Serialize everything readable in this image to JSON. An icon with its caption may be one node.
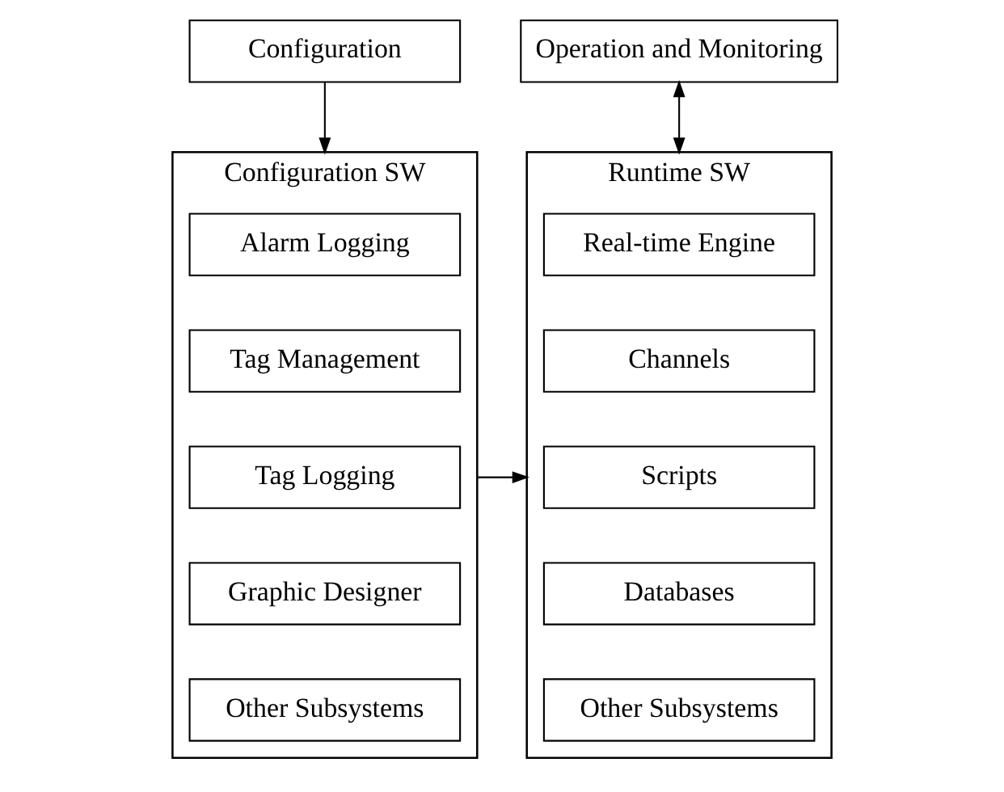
{
  "diagram": {
    "nodes": [
      {
        "text": [
          "Configuration"
        ]
      },
      {
        "text": [
          "Operation and Monitoring"
        ]
      },
      {
        "text": [
          "Configuration SW"
        ]
      },
      {
        "text": [
          "Alarm Logging"
        ],
        "in": 2
      },
      {
        "text": [
          "Tag Management"
        ],
        "in": 2
      },
      {
        "text": [
          "Tag Logging"
        ],
        "in": 2
      },
      {
        "text": [
          "Graphic Designer"
        ],
        "in": 2
      },
      {
        "text": [
          "Other Subsystems"
        ],
        "in": 2
      },
      {
        "text": [
          "Runtime SW"
        ]
      },
      {
        "text": [
          "Real-time Engine"
        ],
        "in": 8
      },
      {
        "text": [
          "Channels"
        ],
        "in": 8
      },
      {
        "text": [
          "Scripts"
        ],
        "in": 8
      },
      {
        "text": [
          "Databases"
        ],
        "in": 8
      },
      {
        "text": [
          "Other Subsystems"
        ],
        "in": 8
      }
    ],
    "edges": [
      {
        "from": 0,
        "to": 2,
        "arrow": "to"
      },
      {
        "from": 1,
        "to": 8,
        "arrow": "both"
      },
      {
        "from": 2,
        "to": 8,
        "arrow": "to"
      }
    ]
  }
}
